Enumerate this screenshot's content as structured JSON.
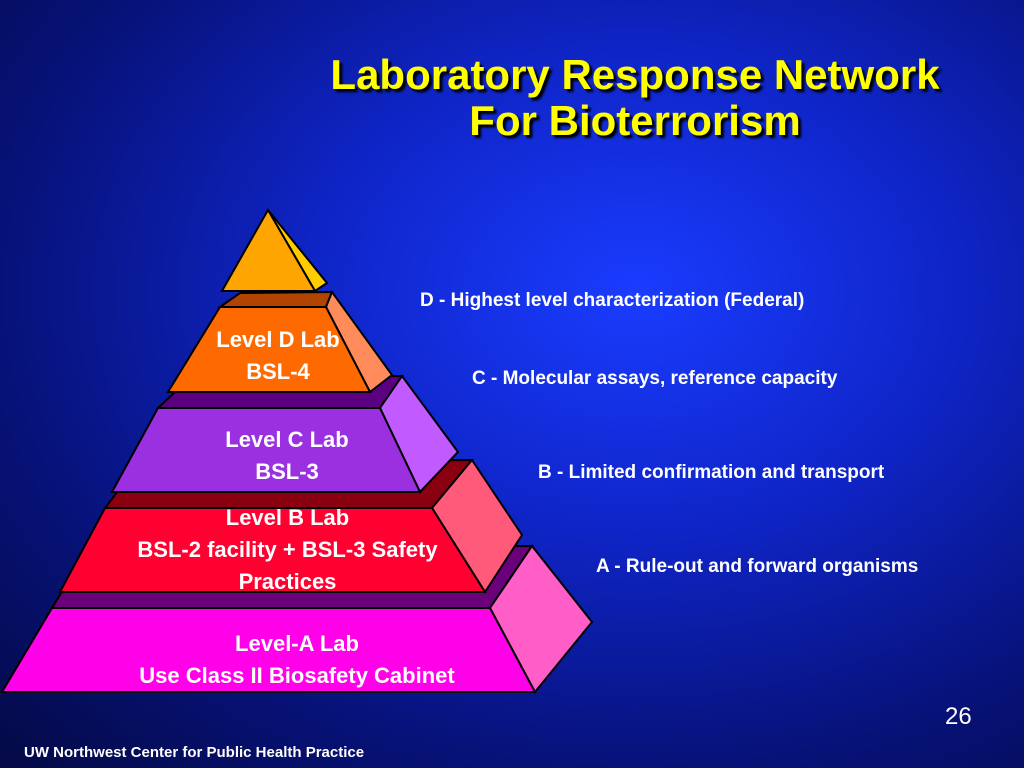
{
  "slide": {
    "title_line1": "Laboratory Response Network",
    "title_line2": "For Bioterrorism",
    "page_number": "26",
    "footer": "UW Northwest Center for Public Health Practice"
  },
  "pyramid": {
    "levels": [
      {
        "line1": "Level D Lab",
        "line2": "BSL-4",
        "line3": ""
      },
      {
        "line1": "Level C Lab",
        "line2": "BSL-3",
        "line3": ""
      },
      {
        "line1": "Level B Lab",
        "line2": "BSL-2 facility + BSL-3 Safety",
        "line3": "Practices"
      },
      {
        "line1": "Level-A Lab",
        "line2": "Use Class II Biosafety Cabinet",
        "line3": ""
      }
    ],
    "descriptions": [
      "D - Highest level characterization (Federal)",
      "C - Molecular assays, reference capacity",
      "B - Limited confirmation and transport",
      "A - Rule-out and forward organisms"
    ]
  },
  "colors": {
    "title": "#ffff00",
    "apex": "#ffa500",
    "level_d": "#ff6a00",
    "level_c": "#9b30e0",
    "level_b": "#ff0030",
    "level_a": "#ff00e8"
  }
}
